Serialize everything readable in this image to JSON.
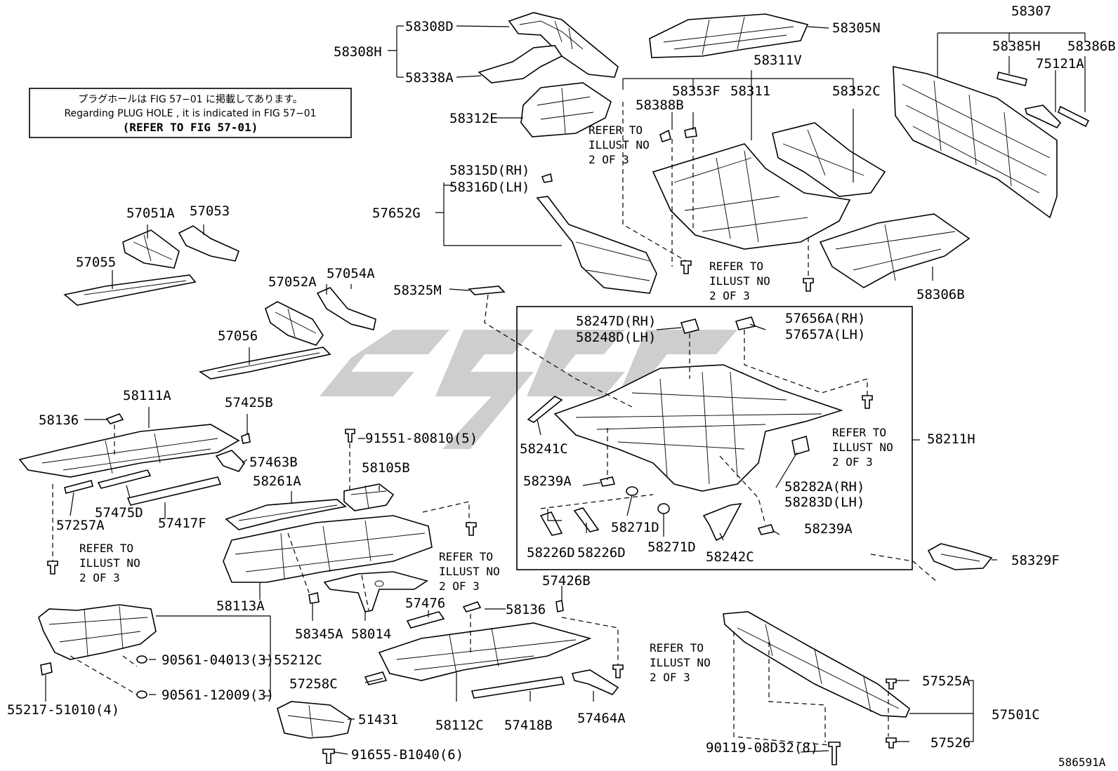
{
  "note": {
    "line1": "プラグホールは FIG 57−01 に掲載してあります。",
    "line2": "Regarding  PLUG  HOLE , it is indicated in  FIG  57−01",
    "line3": "(REFER TO FIG 57-01)"
  },
  "labels": {
    "l58308H": "58308H",
    "l58308D": "58308D",
    "l58338A": "58338A",
    "l58305N": "58305N",
    "l58307": "58307",
    "l58385H": "58385H",
    "l58386B": "58386B",
    "l75121A": "75121A",
    "l58311V": "58311V",
    "l58353F": "58353F",
    "l58311": "58311",
    "l58352C": "58352C",
    "l58388B": "58388B",
    "l58312E": "58312E",
    "l58315D": "58315D(RH)",
    "l58316D": "58316D(LH)",
    "l57652G": "57652G",
    "l57051A": "57051A",
    "l57053": "57053",
    "l57055": "57055",
    "l57052A": "57052A",
    "l57054A": "57054A",
    "l57056": "57056",
    "l58325M": "58325M",
    "l58306B": "58306B",
    "l58247D": "58247D(RH)",
    "l58248D": "58248D(LH)",
    "l57656A": "57656A(RH)",
    "l57657A": "57657A(LH)",
    "l58211H": "58211H",
    "l58241C": "58241C",
    "l58239A_1": "58239A",
    "l58239A_2": "58239A",
    "l58282A": "58282A(RH)",
    "l58283D": "58283D(LH)",
    "l58226D_1": "58226D",
    "l58226D_2": "58226D",
    "l58271D_1": "58271D",
    "l58271D_2": "58271D",
    "l58242C": "58242C",
    "l58329F": "58329F",
    "l58111A": "58111A",
    "l58136_1": "58136",
    "l57425B": "57425B",
    "l57463B": "57463B",
    "l57257A": "57257A",
    "l57475D": "57475D",
    "l57417F": "57417F",
    "l91551": "91551-80810(5)",
    "l58105B": "58105B",
    "l58261A": "58261A",
    "l58113A": "58113A",
    "l58345A": "58345A",
    "l58014": "58014",
    "l57476": "57476",
    "l58136_2": "58136",
    "l57426B": "57426B",
    "l55212C": "55212C",
    "l90561_04013": "90561-04013(3)",
    "l90561_12009": "90561-12009(3)",
    "l55217": "55217-51010(4)",
    "l57258C": "57258C",
    "l51431": "51431",
    "l58112C": "58112C",
    "l57418B": "57418B",
    "l57464A": "57464A",
    "l91655": "91655-B1040(6)",
    "l57525A": "57525A",
    "l57501C": "57501C",
    "l57526": "57526",
    "l90119": "90119-08D32(8)",
    "l586591A": "586591A"
  },
  "refer": {
    "line1": "REFER TO",
    "line2": "ILLUST NO",
    "line3": "2 OF 3"
  }
}
